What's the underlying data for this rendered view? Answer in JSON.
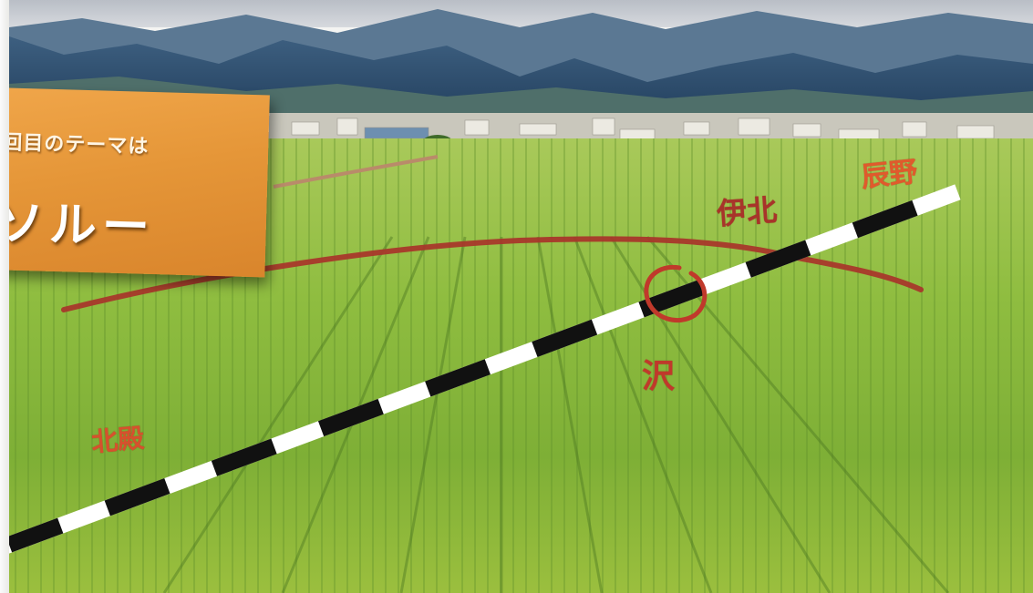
{
  "title_card": {
    "subtitle": "回目のテーマは",
    "title": "ソルー"
  },
  "place_labels": {
    "tatsuno": "辰野",
    "ihoku": "伊北",
    "sawa": "沢",
    "kitatono": "北殿"
  },
  "colors": {
    "card_orange": "#e59638",
    "annotation_red": "#a8342a",
    "field_green": "#7fb23a",
    "mountain_blue": "#2d4a6a"
  }
}
